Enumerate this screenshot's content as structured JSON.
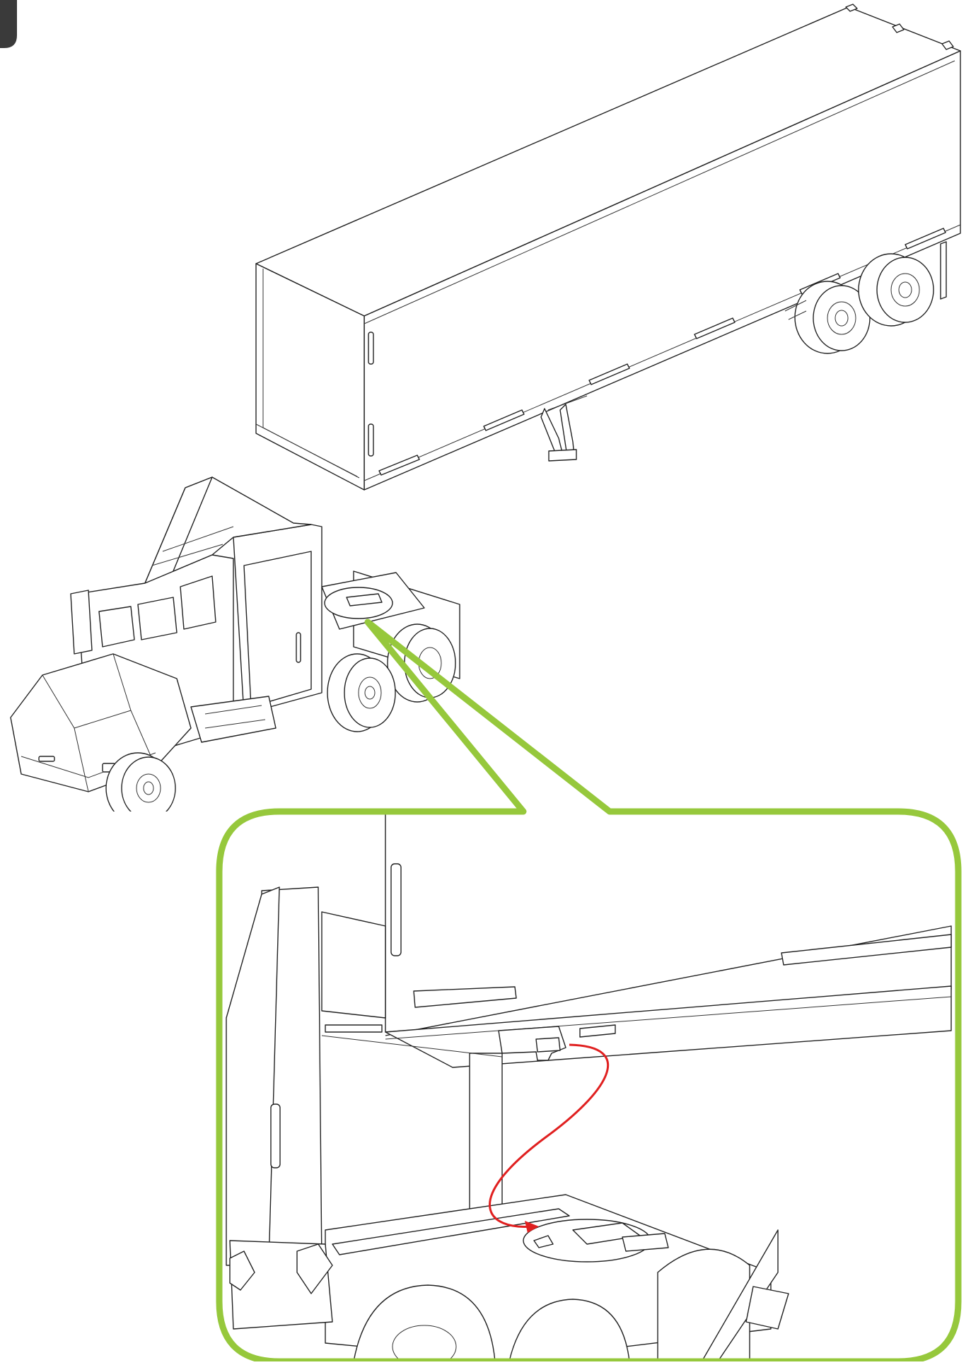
{
  "figure": {
    "kind": "assembly-instruction",
    "parts": [
      "trailer",
      "truck-tractor",
      "detail-callout"
    ],
    "callout_color": "#96c83c",
    "arrow_color": "#e02020",
    "corner_tab_color": "#3a3a3a"
  }
}
